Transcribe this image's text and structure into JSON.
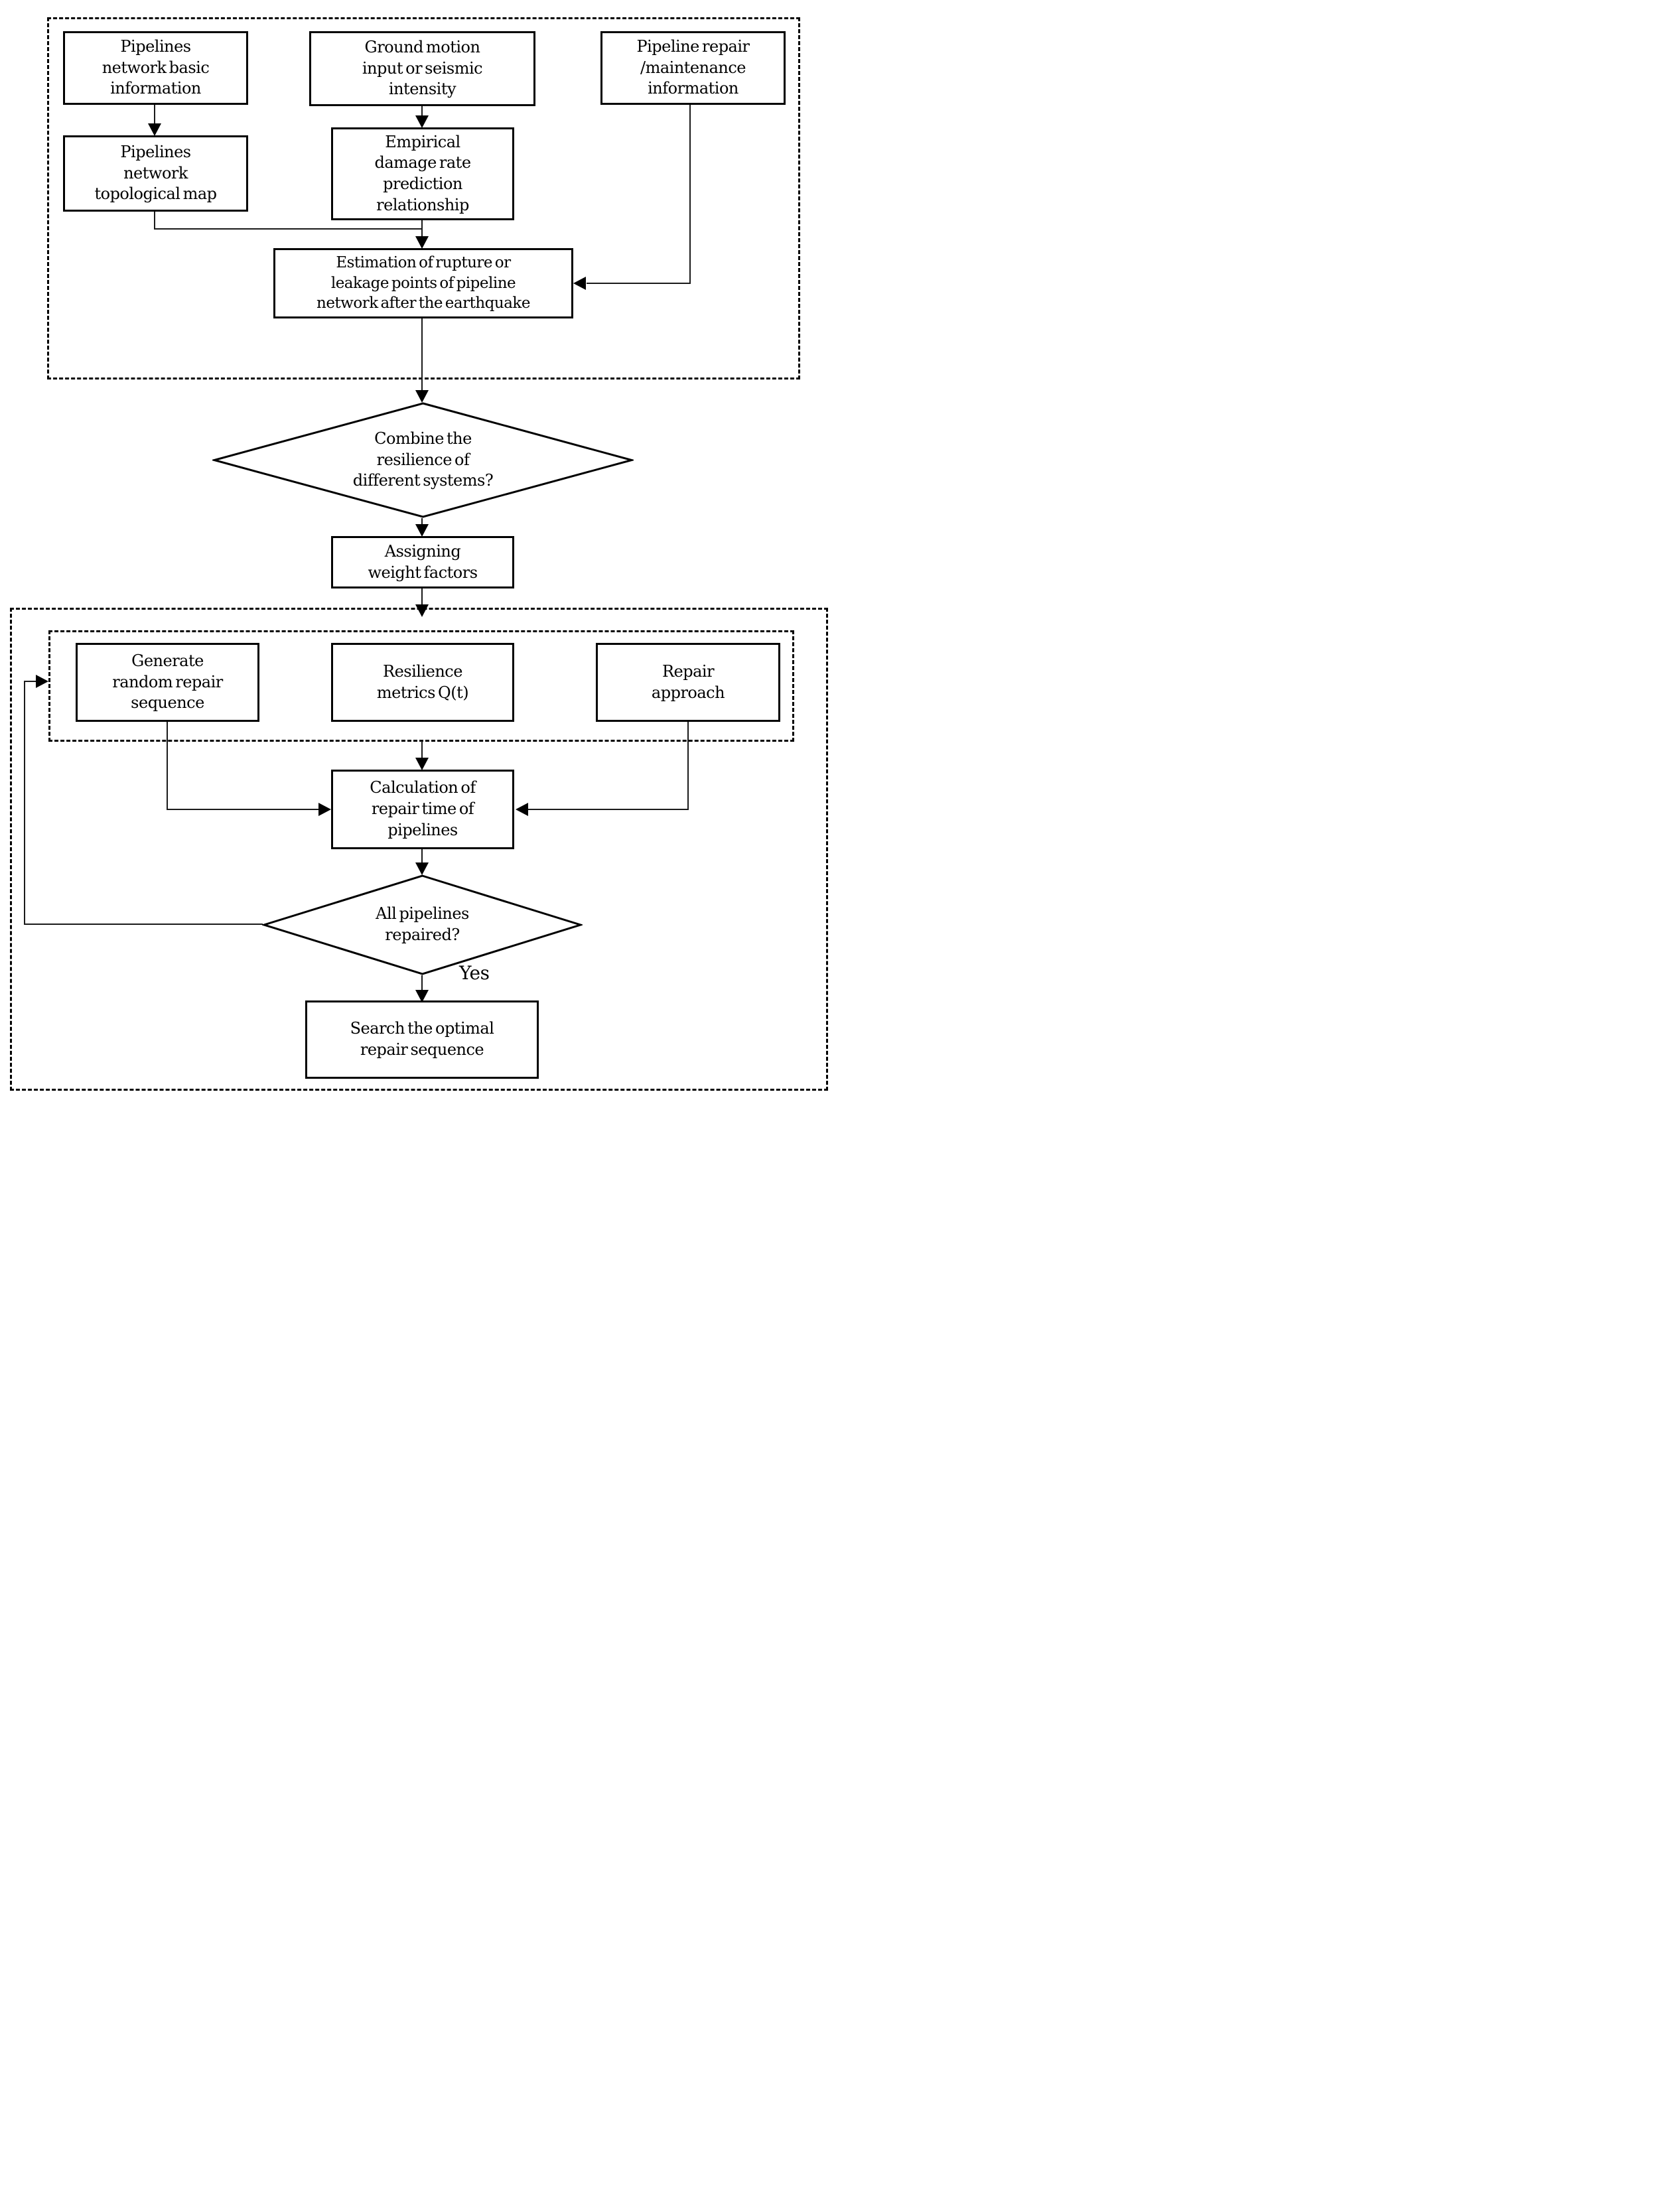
{
  "figure": {
    "type": "flowchart",
    "description": "Flowchart of seismic pipeline network damage estimation and optimal repair sequence search"
  },
  "nodes": {
    "pipelines_basic": {
      "lines": [
        "Pipelines",
        "network basic",
        "information"
      ]
    },
    "ground_motion": {
      "lines": [
        "Ground motion",
        "input or seismic",
        "intensity"
      ]
    },
    "repair_info": {
      "lines": [
        "Pipeline repair",
        "/maintenance",
        "information"
      ]
    },
    "topological_map": {
      "lines": [
        "Pipelines",
        "network",
        "topological map"
      ]
    },
    "empirical_damage": {
      "lines": [
        "Empirical",
        "damage rate",
        "prediction",
        "relationship"
      ]
    },
    "estimation": {
      "lines": [
        "Estimation of rupture or",
        "leakage points of pipeline",
        "network after the earthquake"
      ]
    },
    "combine_decision": {
      "lines": [
        "Combine the",
        "resilience of",
        "different systems?"
      ]
    },
    "assign_weights": {
      "lines": [
        "Assigning",
        "weight factors"
      ]
    },
    "generate_sequence": {
      "lines": [
        "Generate",
        "random repair",
        "sequence"
      ]
    },
    "resilience_metrics": {
      "lines": [
        "Resilience",
        "metrics Q(t)"
      ]
    },
    "repair_approach": {
      "lines": [
        "Repair",
        "approach"
      ]
    },
    "calc_repair_time": {
      "lines": [
        "Calculation of",
        "repair time of",
        "pipelines"
      ]
    },
    "repaired_decision": {
      "lines": [
        "All pipelines",
        "repaired?"
      ]
    },
    "search_optimal": {
      "lines": [
        "Search the optimal",
        "repair sequence"
      ]
    }
  },
  "labels": {
    "yes": "Yes"
  },
  "colors": {
    "ink": "#000000",
    "background": "#ffffff"
  }
}
